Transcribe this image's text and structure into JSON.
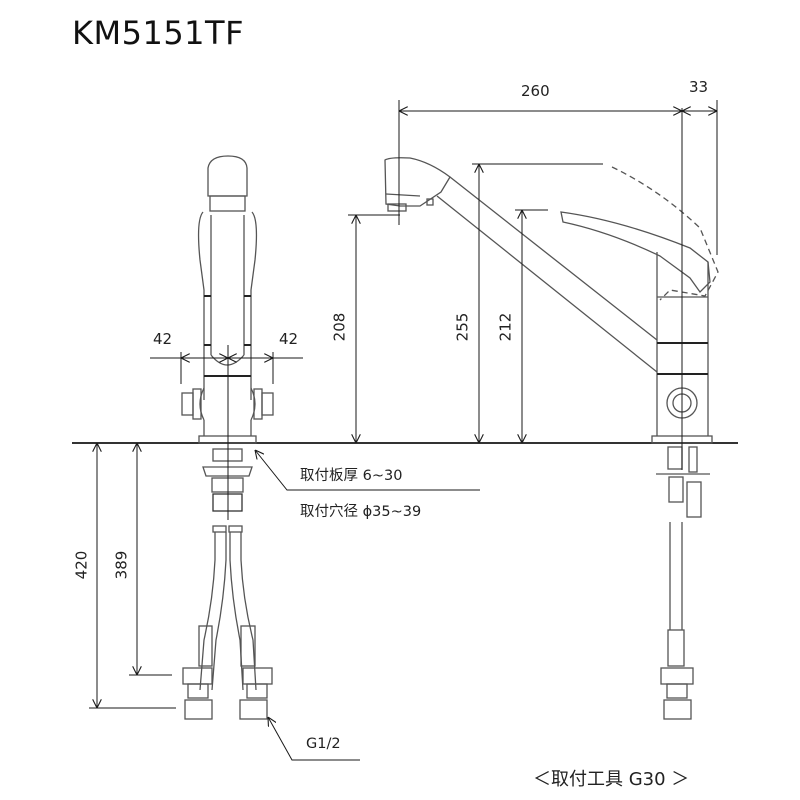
{
  "title": "KM5151TF",
  "dimensions": {
    "spout_reach": "260",
    "lever_offset": "33",
    "outlet_height": "208",
    "lever_raised_height": "255",
    "lever_height": "212",
    "left_spacing": "42",
    "right_spacing": "42",
    "hose_length_total": "420",
    "hose_length_to_nut": "389"
  },
  "notes": {
    "plate_thickness": "取付板厚 6~30",
    "hole_diameter": "取付穴径 ϕ35~39",
    "connection_thread": "G1/2"
  },
  "footer": {
    "tool": "＜取付工具 G30 ＞"
  },
  "colors": {
    "line": "#1a1a1a",
    "part": "#555555",
    "background": "#ffffff"
  }
}
